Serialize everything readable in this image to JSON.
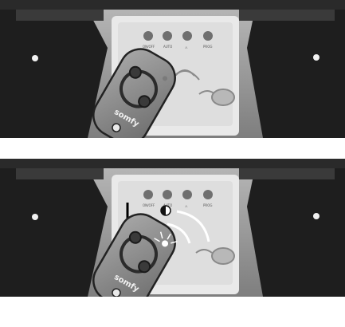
{
  "panels": [
    {
      "led_labels": [
        "ON/OFF",
        "AUTO",
        "⚠",
        "PROG"
      ],
      "remote": {
        "brand": "somfy",
        "led_lit": false,
        "pressed": false
      }
    },
    {
      "led_labels": [
        "ON/OFF",
        "AUTO",
        "⚠",
        "PROG"
      ],
      "remote": {
        "brand": "somfy",
        "led_lit": true,
        "pressed": true
      },
      "indicators": [
        "half-circle-icon",
        "down-arrow-icon",
        "signal-waves-icon"
      ]
    }
  ],
  "colors": {
    "background_dark": "#1a1a1a",
    "wall_gray": "#9a9a9a",
    "receiver_panel": "#e6e6e6",
    "led_gray": "#6f6f6f",
    "remote_body": "#8a8a8a"
  }
}
